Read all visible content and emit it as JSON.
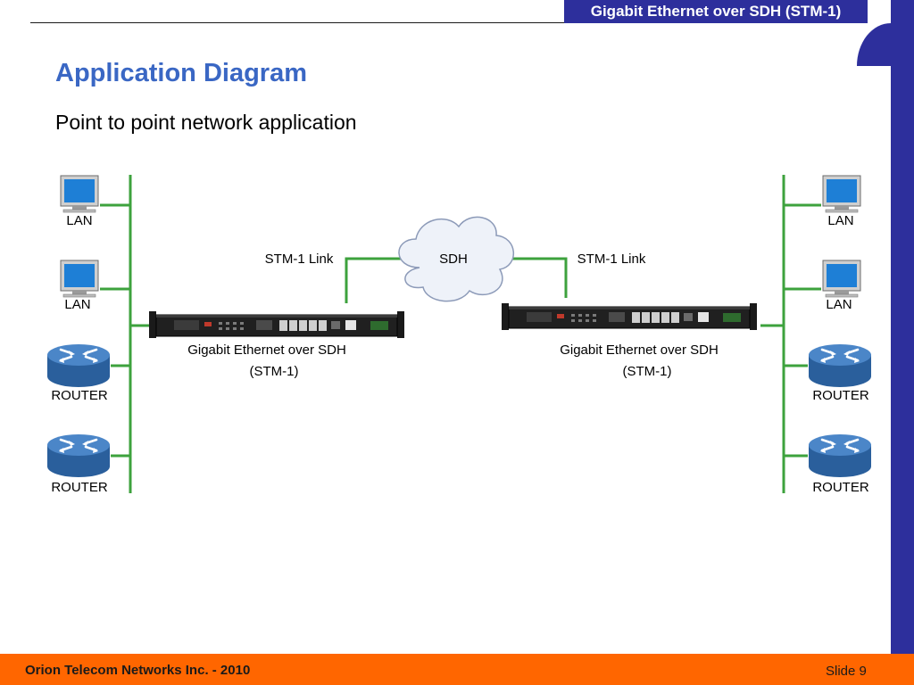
{
  "header": {
    "tab_title": "Gigabit Ethernet over SDH (STM-1)"
  },
  "slide": {
    "title": "Application Diagram",
    "subtitle": "Point to point network application"
  },
  "diagram": {
    "cloud_label": "SDH",
    "links": [
      {
        "label": "STM-1 Link"
      },
      {
        "label": "STM-1 Link"
      }
    ],
    "devices": [
      {
        "line1": "Gigabit Ethernet over SDH",
        "line2": "(STM-1)"
      },
      {
        "line1": "Gigabit Ethernet over SDH",
        "line2": "(STM-1)"
      }
    ],
    "left_nodes": [
      {
        "label": "LAN",
        "icon": "computer-icon"
      },
      {
        "label": "LAN",
        "icon": "computer-icon"
      },
      {
        "label": "ROUTER",
        "icon": "router-icon"
      },
      {
        "label": "ROUTER",
        "icon": "router-icon"
      }
    ],
    "right_nodes": [
      {
        "label": "LAN",
        "icon": "computer-icon"
      },
      {
        "label": "LAN",
        "icon": "computer-icon"
      },
      {
        "label": "ROUTER",
        "icon": "router-icon"
      },
      {
        "label": "ROUTER",
        "icon": "router-icon"
      }
    ],
    "colors": {
      "link_line": "#3da23d",
      "router": "#3b74b8",
      "screen": "#1e7fd6",
      "device": "#1a1a1a"
    }
  },
  "footer": {
    "organization": "Orion Telecom Networks Inc. - 2010",
    "slide_number": "Slide 9"
  }
}
